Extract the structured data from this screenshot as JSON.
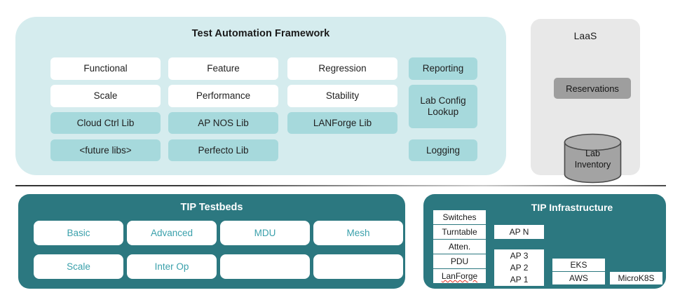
{
  "framework": {
    "title": "Test Automation Framework",
    "rows": [
      [
        {
          "label": "Functional",
          "style": "white"
        },
        {
          "label": "Feature",
          "style": "white"
        },
        {
          "label": "Regression",
          "style": "white"
        },
        {
          "label": "Reporting",
          "style": "teal"
        }
      ],
      [
        {
          "label": "Scale",
          "style": "white"
        },
        {
          "label": "Performance",
          "style": "white"
        },
        {
          "label": "Stability",
          "style": "white"
        },
        {
          "label": "Lab Config Lookup",
          "style": "teal"
        }
      ],
      [
        {
          "label": "Cloud Ctrl Lib",
          "style": "teal"
        },
        {
          "label": "AP NOS Lib",
          "style": "teal"
        },
        {
          "label": "LANForge Lib",
          "style": "teal"
        }
      ],
      [
        {
          "label": "<future libs>",
          "style": "teal"
        },
        {
          "label": "Perfecto Lib",
          "style": "teal"
        },
        {
          "label": "Logging",
          "style": "teal"
        }
      ]
    ]
  },
  "laas": {
    "title": "LaaS",
    "reservations": "Reservations",
    "inventory_line1": "Lab",
    "inventory_line2": "Inventory"
  },
  "testbeds": {
    "title": "TIP Testbeds",
    "items": [
      {
        "label": "Basic"
      },
      {
        "label": "Advanced"
      },
      {
        "label": "MDU"
      },
      {
        "label": "Mesh"
      },
      {
        "label": "Scale"
      },
      {
        "label": "Inter Op"
      },
      {
        "label": ""
      },
      {
        "label": ""
      }
    ]
  },
  "infrastructure": {
    "title": "TIP Infrastructure",
    "devices": [
      {
        "label": "Switches"
      },
      {
        "label": "Turntable"
      },
      {
        "label": "Atten."
      },
      {
        "label": "PDU"
      },
      {
        "label": "LanForge",
        "misspelled": true
      }
    ],
    "aps": [
      {
        "label": "AP N"
      },
      {
        "label": "AP 3"
      },
      {
        "label": "AP 2"
      },
      {
        "label": "AP 1"
      }
    ],
    "cloud": [
      {
        "label": "EKS"
      },
      {
        "label": "AWS"
      },
      {
        "label": "MicroK8S"
      }
    ]
  },
  "colors": {
    "framework_panel": "#d5ecee",
    "chip_teal": "#a6d9dc",
    "chip_white": "#ffffff",
    "laas_panel": "#e8e8e8",
    "laas_chip": "#9e9e9e",
    "teal_panel": "#2c7880",
    "testbed_text": "#3aa0ab",
    "text_dark": "#1f1f1f"
  }
}
